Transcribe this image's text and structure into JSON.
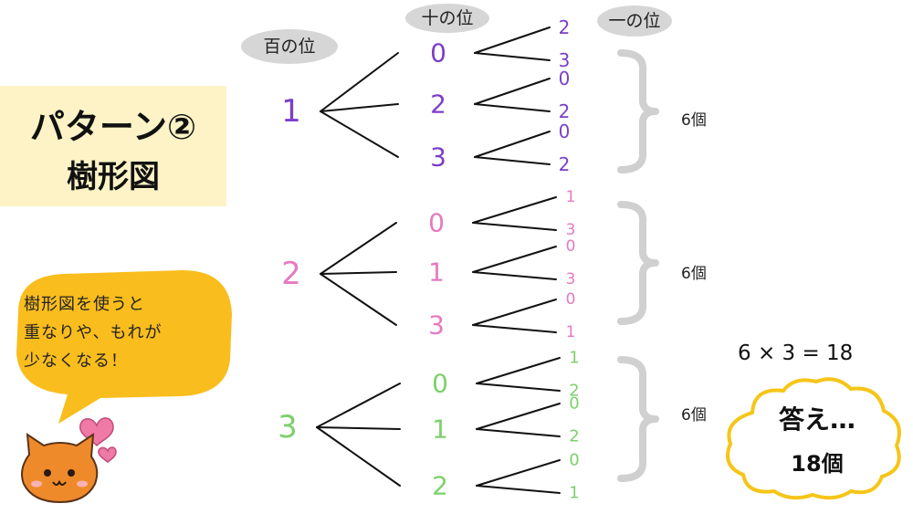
{
  "title": {
    "line1": "パターン②",
    "line2": "樹形図"
  },
  "headers": {
    "hundreds": "百の位",
    "tens": "十の位",
    "ones": "一の位"
  },
  "speech_bubble": {
    "line1": "樹形図を使うと",
    "line2": "重なりや、もれが",
    "line3": "少なくなる！"
  },
  "calc": "6 × 3 = 18",
  "answer": {
    "line1": "答え…",
    "line2": "18個"
  },
  "groups": [
    {
      "hundreds": "1",
      "color": "#7b3fc8",
      "count_label": "6個",
      "tens": [
        {
          "digit": "0",
          "ones": [
            "2",
            "3"
          ]
        },
        {
          "digit": "2",
          "ones": [
            "0",
            "2"
          ]
        },
        {
          "digit": "3",
          "ones": [
            "0",
            "2"
          ]
        }
      ]
    },
    {
      "hundreds": "2",
      "color": "#e67ac0",
      "count_label": "6個",
      "tens": [
        {
          "digit": "0",
          "ones": [
            "1",
            "3"
          ]
        },
        {
          "digit": "1",
          "ones": [
            "0",
            "3"
          ]
        },
        {
          "digit": "3",
          "ones": [
            "0",
            "1"
          ]
        }
      ]
    },
    {
      "hundreds": "3",
      "color": "#7ed06b",
      "count_label": "6個",
      "tens": [
        {
          "digit": "0",
          "ones": [
            "1",
            "2"
          ]
        },
        {
          "digit": "1",
          "ones": [
            "0",
            "2"
          ]
        },
        {
          "digit": "2",
          "ones": [
            "0",
            "1"
          ]
        }
      ]
    }
  ],
  "colors": {
    "title_bg": "#fdf3c6",
    "bubble": "#f9bd1d",
    "cat": "#ef8a2b",
    "heart": "#f07aa6",
    "brace": "#d0d0d0",
    "cloud_outline": "#f5c518"
  }
}
